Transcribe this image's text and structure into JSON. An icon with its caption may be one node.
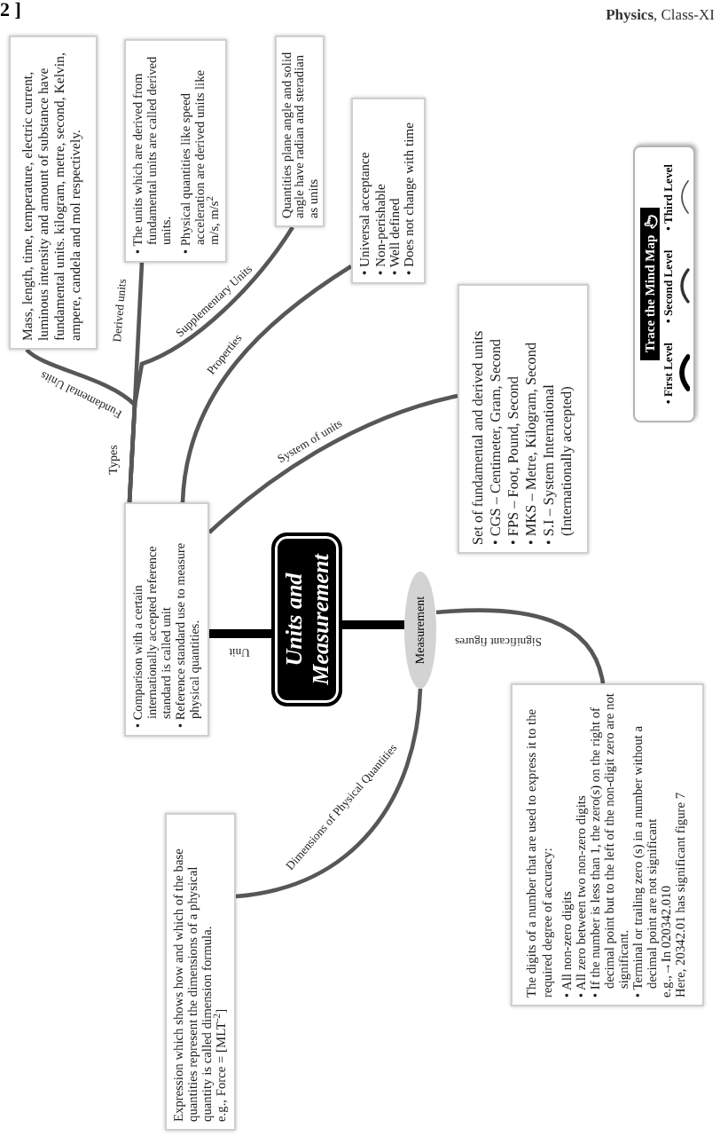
{
  "diagram": {
    "nodes": [
      {
        "text": [
          "Units and Measurement"
        ]
      },
      {
        "text": [
          "• Comparison with a certain internationally accepted reference standard is called unit",
          "• Reference standard use to measure physical quantities."
        ]
      },
      {
        "text": [
          "Mass, length, time, temperature, electric current, luminous intensity and amount of substance have fundamental units. kilogram, metre, second, Kelvin, ampere, candela and mol respectively."
        ]
      },
      {
        "text": [
          "• The units which are derived from fundamental units are called derived units.",
          "• Physical quantities like speed acceleration are derived units like m/s, m/s$^{2}$"
        ]
      },
      {
        "text": [
          "Quantities plane angle and solid angle have radian and steradian as units"
        ]
      },
      {
        "text": [
          "• Universal acceptance",
          "• Non-perishable",
          "• Well defined",
          "• Does not change with time"
        ]
      },
      {
        "text": [
          "Set of fundamental and derived units",
          "• CGS – Centimeter, Gram, Second",
          "• FPS – Foot, Pound, Second",
          "• MKS – Metre, Kilogram, Second",
          "• S.I – System International (Internationally accepted)"
        ]
      },
      {
        "text": [
          "Measurement"
        ]
      },
      {
        "text": [
          "The digits of a number that are used to express it to the required degree of accuracy:",
          "• All non-zero digits",
          "• All zero between two non-zero digits",
          "• If the number is less than 1, the zero(s) on the right of decimal point but to the left of the non-digit zero are not significant.",
          "• Terminal or trailing zero (s) in a number without a decimal point are not significant",
          "e.g.,→In 020342.010",
          "Here, 20342.01 has significant figure 7"
        ]
      },
      {
        "text": [
          "Expression which shows how and which of the base quantities represent the dimensions of a physical quantity is called dimension formula.",
          "e.g., Force = [MLT$^{-2}$]"
        ]
      }
    ],
    "edges": [
      {
        "from": 0,
        "to": 1,
        "arrow": "none",
        "label": "Unit",
        "style": "thick",
        "color": "#000000"
      },
      {
        "from": 0,
        "to": 7,
        "arrow": "none",
        "style": "thick",
        "color": "#000000"
      },
      {
        "from": 1,
        "to": 2,
        "arrow": "none",
        "label": "Fundamental Units"
      },
      {
        "from": 1,
        "to": 3,
        "arrow": "none",
        "label": "Derived units"
      },
      {
        "from": 1,
        "to": 4,
        "arrow": "none",
        "label": "Supplementary Units"
      },
      {
        "from": 1,
        "to": 5,
        "arrow": "none",
        "label": "Properties"
      },
      {
        "from": 1,
        "to": 6,
        "arrow": "none",
        "label": "System of units"
      },
      {
        "from": 7,
        "to": 8,
        "arrow": "none",
        "label": "Significant figures"
      },
      {
        "from": 7,
        "to": 9,
        "arrow": "none",
        "label": "Dimensions of Physical Quantities"
      }
    ],
    "labels": [
      "2 ]",
      "**Physics**, Class-XI",
      "Types",
      "Trace the Mind Map"
    ],
    "legend": [
      {
        "text": "• First Level"
      },
      {
        "text": "• Second Level"
      },
      {
        "text": "• Third Level"
      }
    ]
  }
}
